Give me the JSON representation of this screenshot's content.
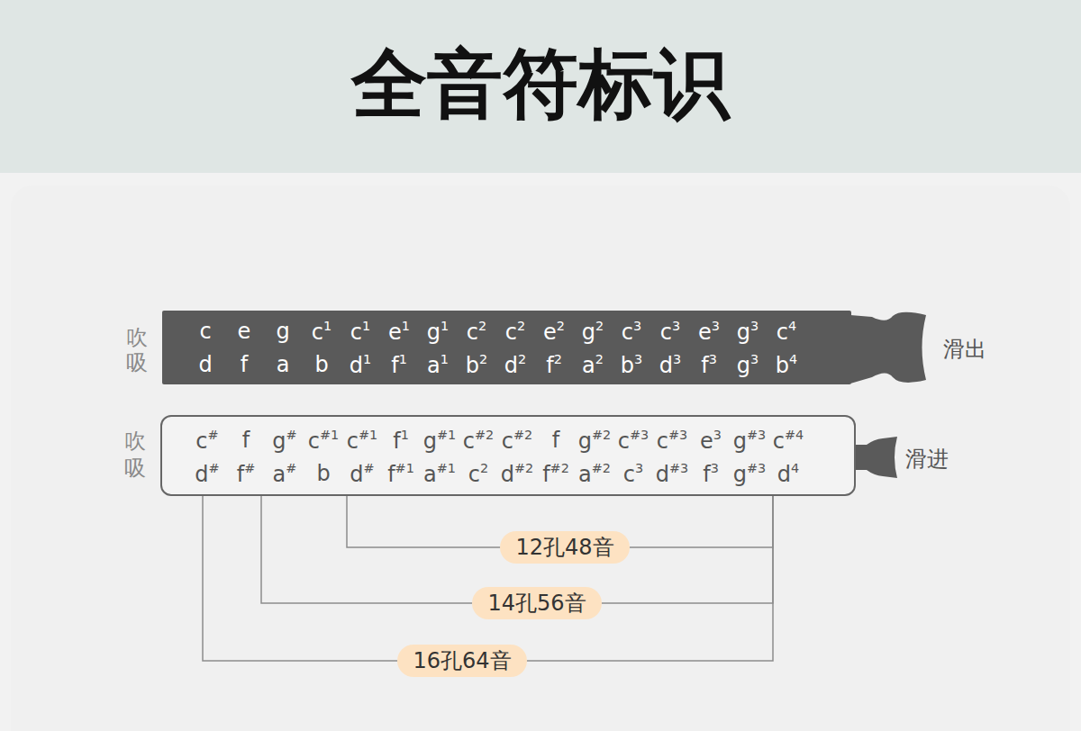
{
  "diagram": {
    "title": "全音符标识",
    "nodes": [
      {
        "text": [
          "c",
          "e",
          "g",
          "c1",
          "c1",
          "e1",
          "g1",
          "c2",
          "c2",
          "e2",
          "g2",
          "c3",
          "c3",
          "e3",
          "g3",
          "c4",
          "d",
          "f",
          "a",
          "b",
          "d1",
          "f1",
          "a1",
          "b2",
          "d2",
          "f2",
          "a2",
          "b3",
          "d3",
          "f3",
          "g3",
          "b4"
        ]
      },
      {
        "text": [
          "c#",
          "f",
          "g#",
          "c#1",
          "c#1",
          "f1",
          "g#1",
          "c#2",
          "c#2",
          "f",
          "g#2",
          "c#3",
          "c#3",
          "e3",
          "g#3",
          "c#4",
          "d#",
          "f#",
          "a#",
          "b",
          "d#",
          "f#1",
          "a#1",
          "c2",
          "d#2",
          "f#2",
          "a#2",
          "c3",
          "d#3",
          "f3",
          "g#3",
          "d4"
        ]
      },
      {
        "text": [
          "12孔48音"
        ]
      },
      {
        "text": [
          "14孔56音"
        ]
      },
      {
        "text": [
          "16孔64音"
        ]
      }
    ],
    "edges": [
      {
        "from": 1,
        "to": 2,
        "arrow": "none"
      },
      {
        "from": 1,
        "to": 2,
        "arrow": "none"
      },
      {
        "from": 1,
        "to": 3,
        "arrow": "none"
      },
      {
        "from": 1,
        "to": 3,
        "arrow": "none"
      },
      {
        "from": 1,
        "to": 4,
        "arrow": "none"
      },
      {
        "from": 1,
        "to": 4,
        "arrow": "none"
      }
    ],
    "labels": [
      "吹",
      "吸",
      "滑出",
      "吹",
      "吸",
      "滑进"
    ]
  }
}
